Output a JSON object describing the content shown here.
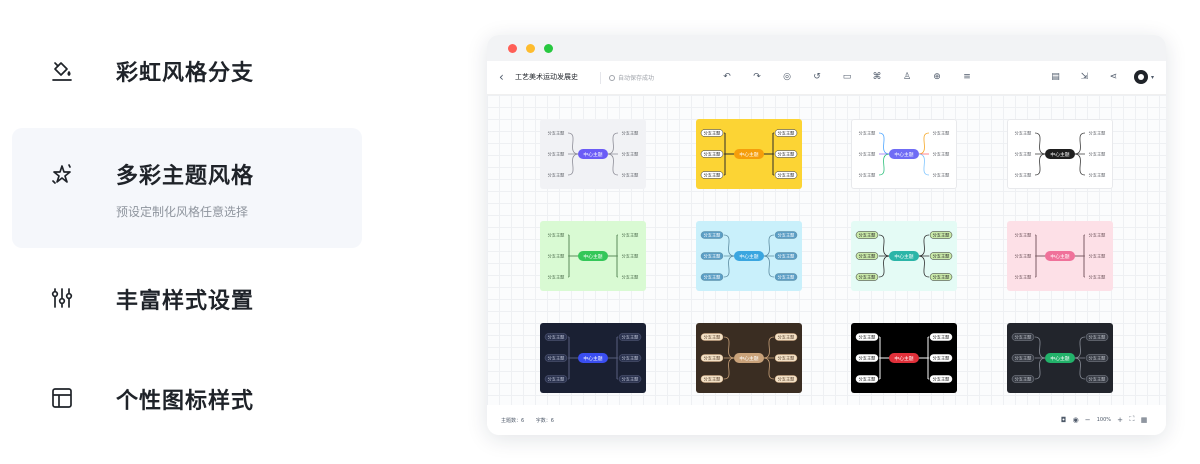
{
  "features": [
    {
      "id": "rainbow",
      "title": "彩虹风格分支",
      "icon": "paint-bucket-icon",
      "active": false
    },
    {
      "id": "themes",
      "title": "多彩主题风格",
      "desc": "预设定制化风格任意选择",
      "icon": "sparkle-star-icon",
      "active": true
    },
    {
      "id": "styles",
      "title": "丰富样式设置",
      "icon": "sliders-icon",
      "active": false
    },
    {
      "id": "icons",
      "title": "个性图标样式",
      "icon": "layout-panel-icon",
      "active": false
    }
  ],
  "window": {
    "toolbar": {
      "back_icon": "‹",
      "doc_title": "工艺美术运动发展史",
      "save_status": "自动保存成功",
      "tools": [
        {
          "name": "undo-icon",
          "glyph": "↶"
        },
        {
          "name": "redo-icon",
          "glyph": "↷"
        },
        {
          "name": "style-icon",
          "glyph": "◎"
        },
        {
          "name": "relation-icon",
          "glyph": "↺"
        },
        {
          "name": "summary-icon",
          "glyph": "▭"
        },
        {
          "name": "frame-icon",
          "glyph": "⌘"
        },
        {
          "name": "structure-icon",
          "glyph": "♙"
        },
        {
          "name": "insert-icon",
          "glyph": "⊕"
        },
        {
          "name": "outline-icon",
          "glyph": "≡"
        }
      ],
      "right_tools": [
        {
          "name": "save-icon",
          "glyph": "▤"
        },
        {
          "name": "export-icon",
          "glyph": "⇲"
        },
        {
          "name": "share-icon",
          "glyph": "⋖"
        }
      ]
    },
    "canvas": {
      "center_label": "中心主题",
      "branch_label": "分支主题",
      "thumbnails": [
        {
          "bg": "#f1f2f5",
          "center": "#6b5cf6",
          "line": "#8c8c96",
          "layout": "curve",
          "pill": false,
          "pill_bg": "",
          "text": "#5c5f66",
          "center_text": "#ffffff",
          "rainbow": false
        },
        {
          "bg": "#fcd434",
          "center": "#f59e0b",
          "line": "#2b2b2b",
          "layout": "bracket",
          "pill": true,
          "pill_bg": "#ffffff",
          "text": "#2b2b2b",
          "center_text": "#ffffff",
          "rainbow": false
        },
        {
          "bg": "#ffffff",
          "center": "#6f6cf5",
          "line": "#aaaaaa",
          "layout": "curve",
          "pill": false,
          "pill_bg": "",
          "text": "#5c5f66",
          "center_text": "#ffffff",
          "rainbow": true
        },
        {
          "bg": "#ffffff",
          "center": "#1f1f1f",
          "line": "#3a3a3a",
          "layout": "curve",
          "pill": false,
          "pill_bg": "",
          "text": "#5c5f66",
          "center_text": "#ffffff",
          "rainbow": false
        },
        {
          "bg": "#d9fad3",
          "center": "#34c759",
          "line": "#5a8a5a",
          "layout": "bracket",
          "pill": false,
          "pill_bg": "",
          "text": "#4a6a4a",
          "center_text": "#ffffff",
          "rainbow": false
        },
        {
          "bg": "#c9f0fb",
          "center": "#3aa6e0",
          "line": "#5a8aa0",
          "layout": "curve",
          "pill": true,
          "pill_bg": "#5b9ec5",
          "text": "#ffffff",
          "center_text": "#ffffff",
          "rainbow": false
        },
        {
          "bg": "#e4fbf5",
          "center": "#2bb5a8",
          "line": "#2b2b2b",
          "layout": "curve",
          "pill": true,
          "pill_bg": "#c9e9a9",
          "text": "#2b2b2b",
          "center_text": "#ffffff",
          "rainbow": false
        },
        {
          "bg": "#fde0e7",
          "center": "#f0719a",
          "line": "#7a5a63",
          "layout": "bracket",
          "pill": false,
          "pill_bg": "",
          "text": "#6a5058",
          "center_text": "#ffffff",
          "rainbow": false
        },
        {
          "bg": "#1a2033",
          "center": "#3a4ef0",
          "line": "#5a6080",
          "layout": "bracket",
          "pill": true,
          "pill_bg": "#2c3450",
          "text": "#c0c6d8",
          "center_text": "#ffffff",
          "rainbow": false
        },
        {
          "bg": "#3a2d22",
          "center": "#c9a27a",
          "line": "#c9a27a",
          "layout": "curve",
          "pill": true,
          "pill_bg": "#f3e1c6",
          "text": "#5a4330",
          "center_text": "#ffffff",
          "rainbow": false
        },
        {
          "bg": "#000000",
          "center": "#e0303a",
          "line": "#ffffff",
          "layout": "bracket",
          "pill": true,
          "pill_bg": "#ffffff",
          "text": "#1a1a1a",
          "center_text": "#ffffff",
          "rainbow": false
        },
        {
          "bg": "#22252c",
          "center": "#22b26a",
          "line": "#8a8f99",
          "layout": "curve",
          "pill": true,
          "pill_bg": "#3a3e47",
          "text": "#c0c4cc",
          "center_text": "#ffffff",
          "rainbow": false
        }
      ]
    },
    "statusbar": {
      "left": [
        "主题数：6",
        "字数：6"
      ],
      "zoom": "100%"
    }
  }
}
